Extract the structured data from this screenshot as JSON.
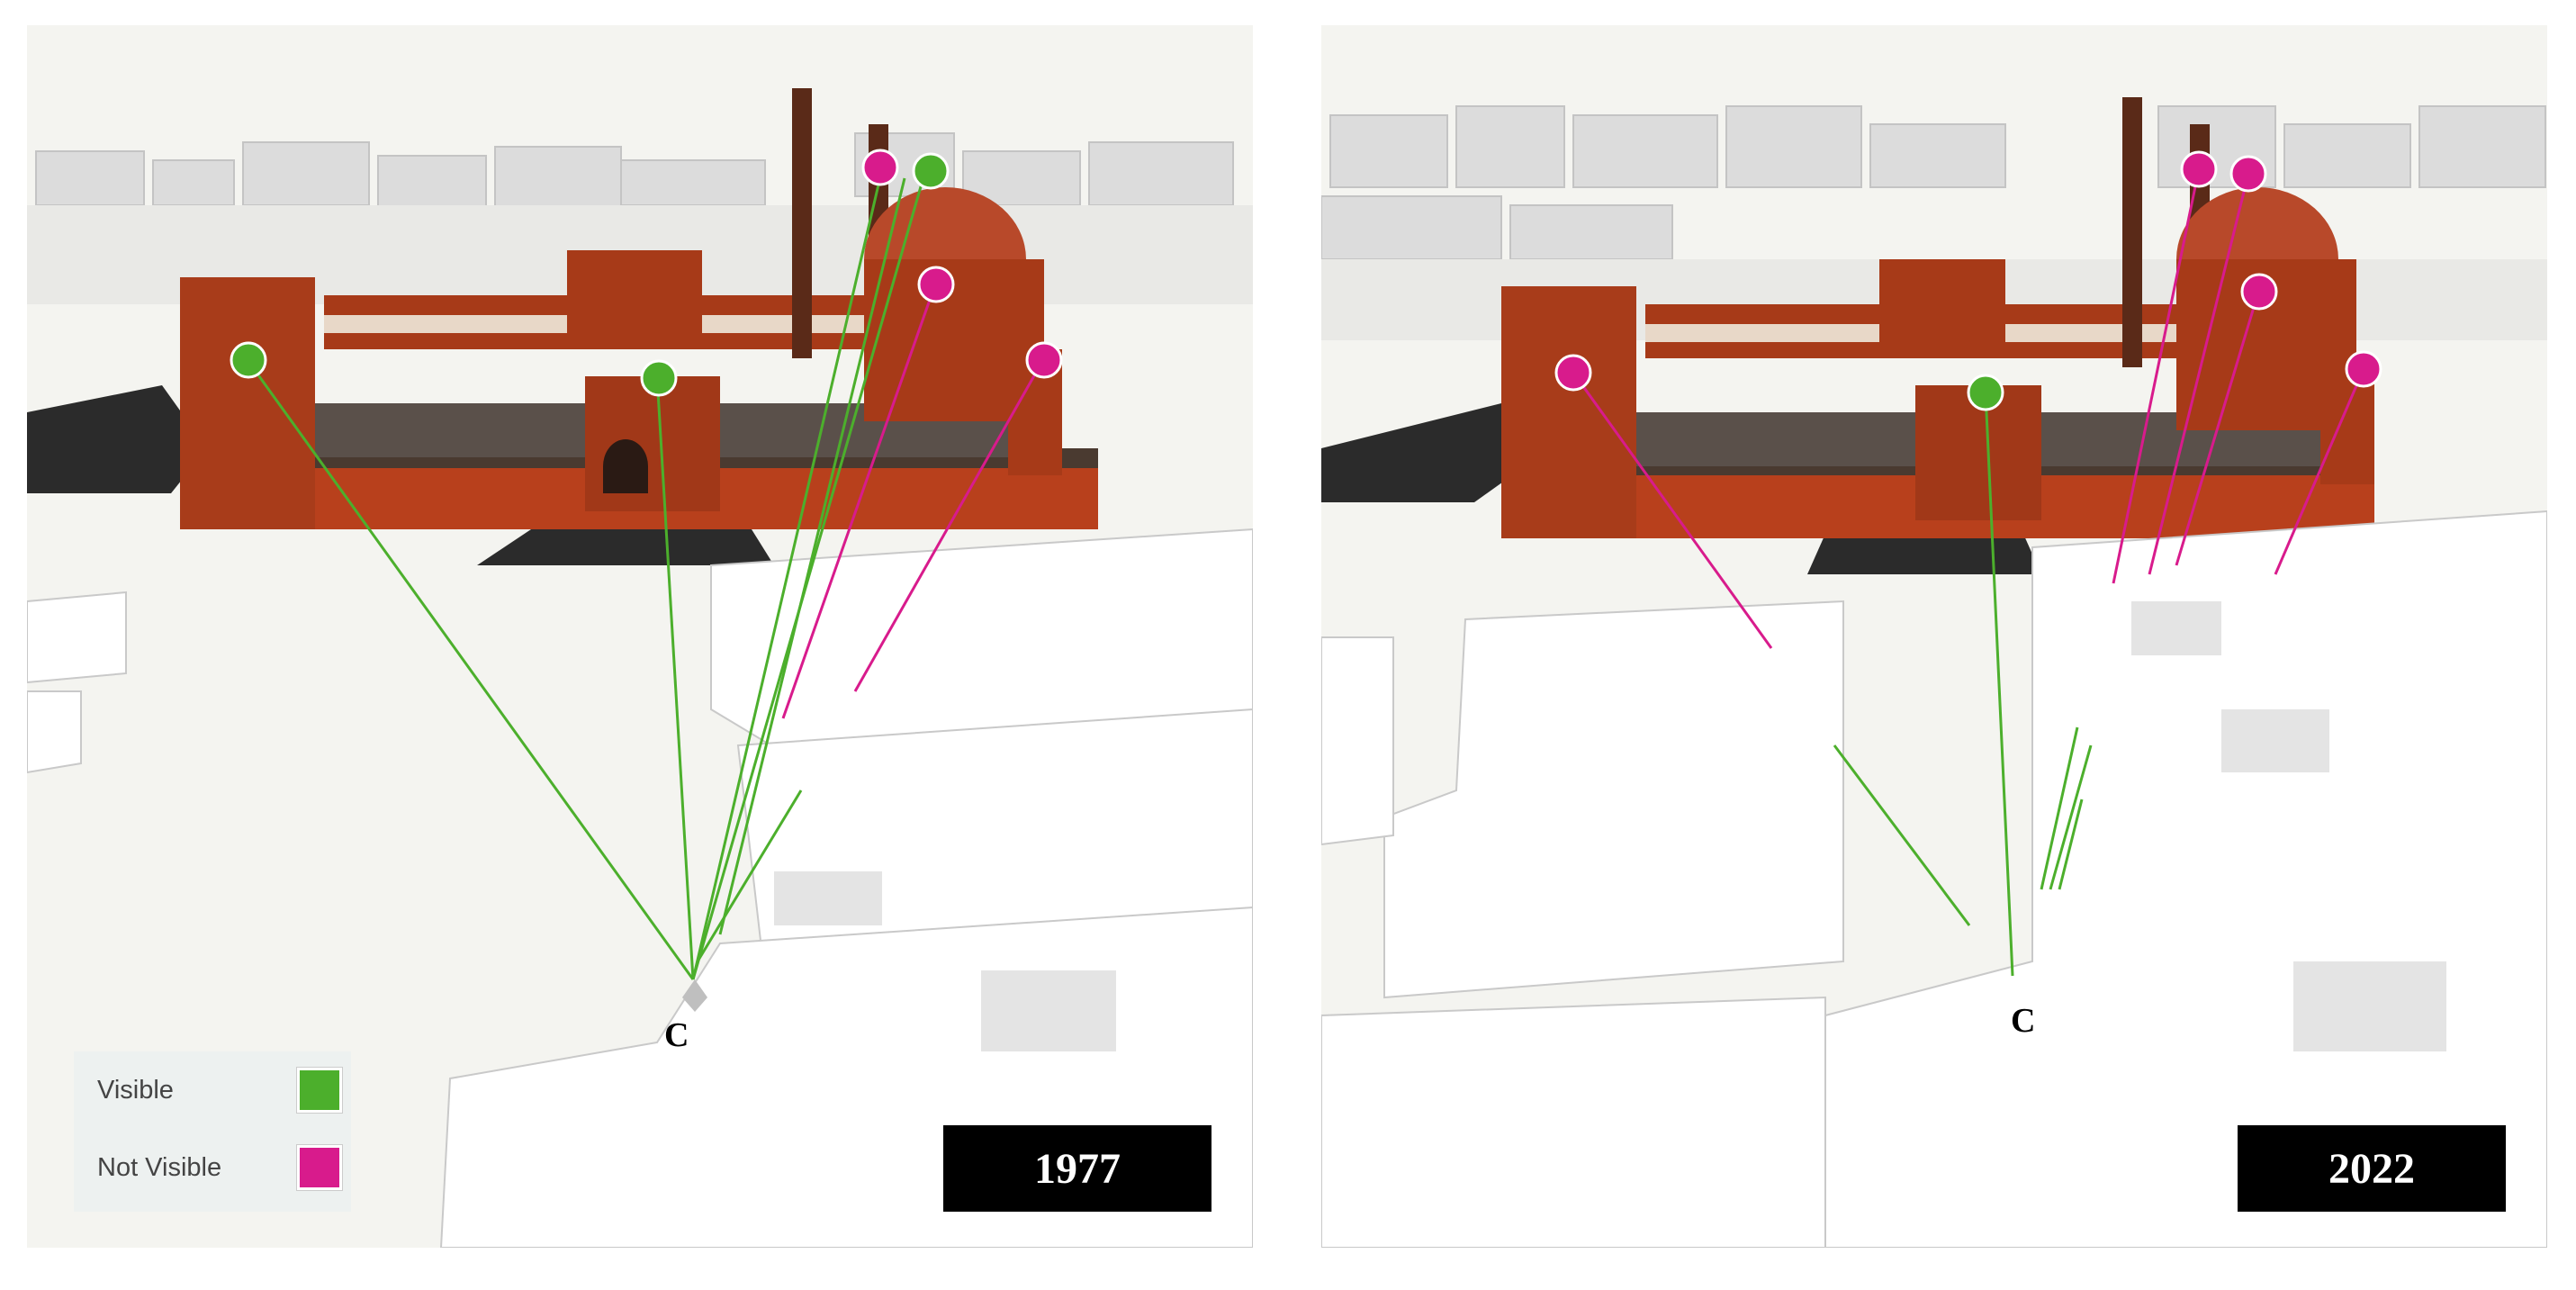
{
  "panels": [
    {
      "year": "1977",
      "viewpoint_label": "C"
    },
    {
      "year": "2022",
      "viewpoint_label": "C"
    }
  ],
  "legend": {
    "visible_label": "Visible",
    "not_visible_label": "Not Visible",
    "visible_color": "#4caf2c",
    "not_visible_color": "#d81b8c"
  }
}
